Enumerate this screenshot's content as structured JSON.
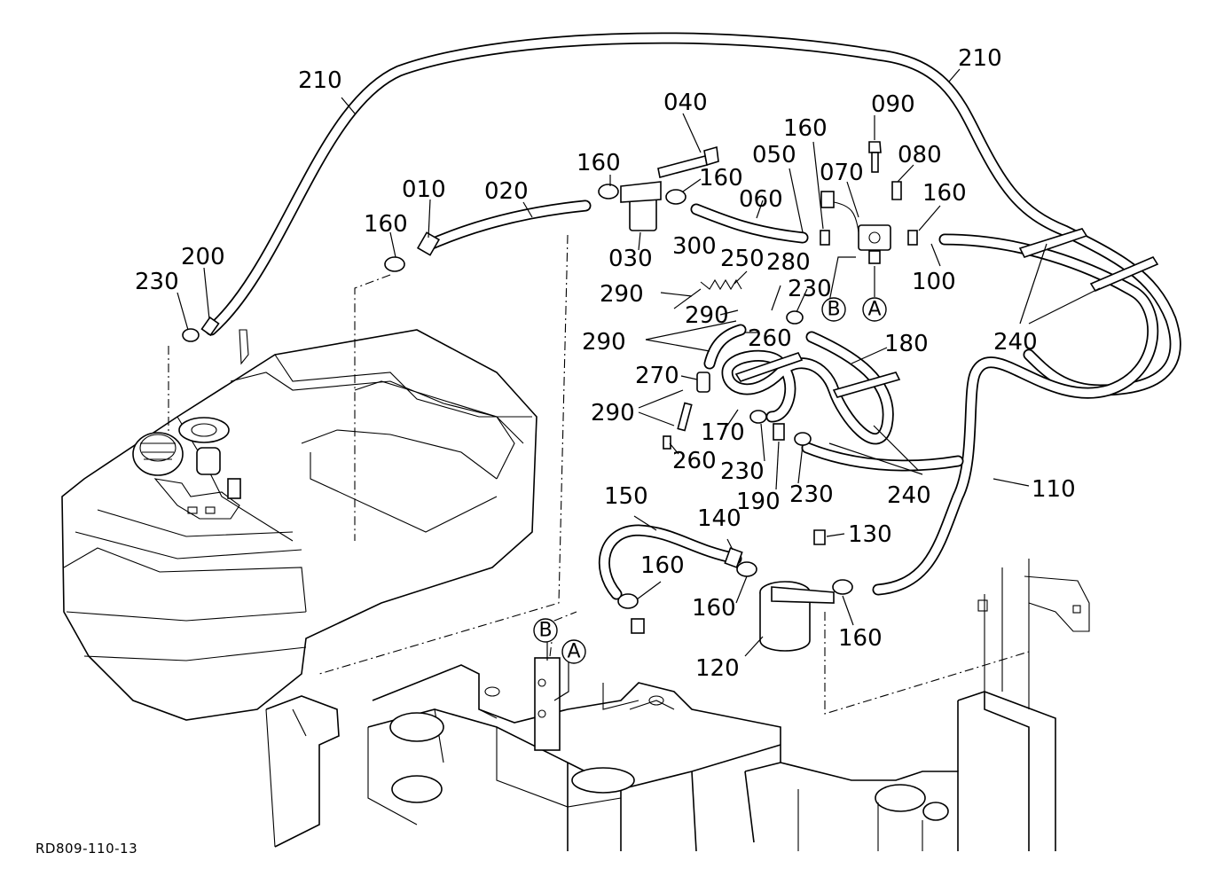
{
  "diagram_code": "RD809-110-13",
  "callouts": {
    "c010": "010",
    "c020": "020",
    "c030": "030",
    "c040": "040",
    "c050": "050",
    "c060": "060",
    "c070": "070",
    "c080": "080",
    "c090": "090",
    "c100": "100",
    "c110": "110",
    "c120": "120",
    "c130": "130",
    "c140": "140",
    "c150": "150",
    "c160": "160",
    "c170": "170",
    "c180": "180",
    "c190": "190",
    "c200": "200",
    "c210": "210",
    "c230": "230",
    "c240": "240",
    "c250": "250",
    "c260": "260",
    "c270": "270",
    "c280": "280",
    "c290": "290",
    "c300": "300"
  },
  "reference_markers": {
    "a": "A",
    "b": "B"
  }
}
